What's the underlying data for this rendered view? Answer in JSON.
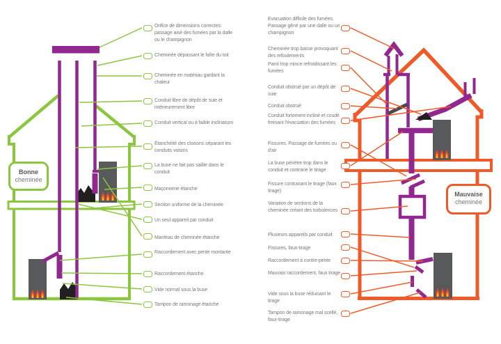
{
  "colors": {
    "good_accent": "#8CC63E",
    "bad_accent": "#F05A28",
    "chimney_purple": "#92278F",
    "label_text": "#77787B",
    "stove_gray": "#58595B",
    "soot_black": "#231F20",
    "flame_red": "#E8412C",
    "flame_orange": "#F7941D",
    "flame_yellow": "#FFE81A"
  },
  "good_chimney": {
    "badge": {
      "line1": "Bonne",
      "line2": "cheminée"
    },
    "labels": [
      "Orifice de dimensions correctes: passage aisé des fumées par la dalle ou le champignon",
      "Cheminée dépassant le faîte du toit",
      "Cheminée en matériau gardant la chaleur",
      "Conduit libre de dépôt de suie et intérieurement libre",
      "Conduit vertical ou à faible inclinaison",
      "Étanchéité des cloisons séparant les conduits voisins",
      "La buse ne fait pas saillie dans le conduit",
      "Maçonnerie étanche",
      "Section uniforme de la cheminée",
      "Un seul appareil par conduit",
      "Manteau de cheminée étanche",
      "Raccordement avec pente montante",
      "Raccordement étanche",
      "Vide normal sous la buse",
      "Tampon de ramonage étanche"
    ]
  },
  "bad_chimney": {
    "badge": {
      "line1": "Mauvaise",
      "line2": "cheminée"
    },
    "labels": [
      "Evacuation difficile des fumées. Passage gêné par une dalle ou un champignon",
      "Cheminée trop basse provoquant des refoulements",
      "Paroi trop mince refroidissant les fumées",
      "Conduit obstrué par un dépôt de suie",
      "Conduit obstrué",
      "Conduit fortement incliné et coudé freinant l'évacuation des fumées",
      "Fissures. Passage de fumées ou d'air",
      "La buse pénètre trop dans le conduit et contrarie le tirage",
      "Fissure contrariant le tirage (faux tirage)",
      "Variation de sections de la cheminée créant des turbulences",
      "Plusieurs appareils par conduit",
      "Fissures, faux-tirage",
      "Raccordement à contre-pente",
      "Mauvais raccordement, faux tirage",
      "Vide sous la buse réduisant le tirage",
      "Tampon de ramonage mal scellé, faux-tirage"
    ]
  }
}
